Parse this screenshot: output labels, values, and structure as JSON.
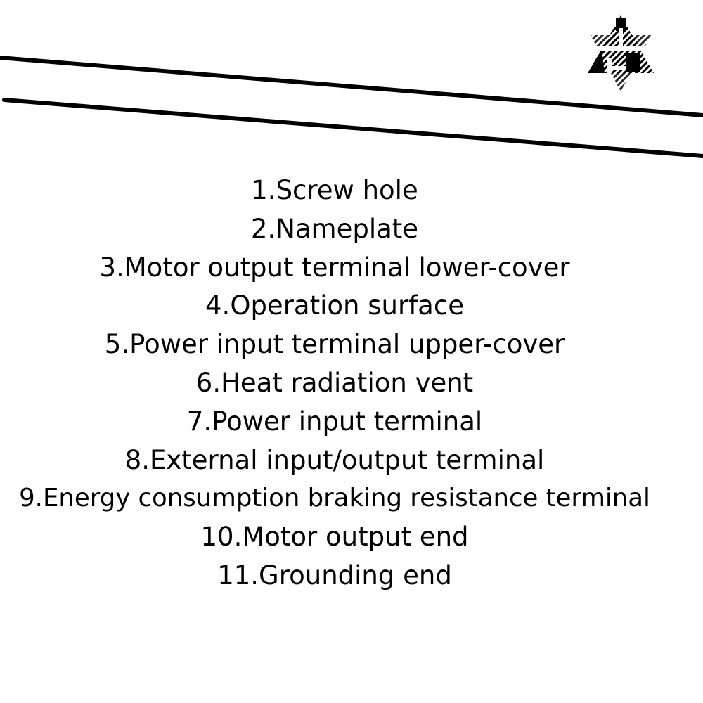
{
  "parts_list": {
    "items": [
      "1.Screw hole",
      "2.Nameplate",
      "3.Motor output terminal lower-cover",
      "4.Operation surface",
      "5.Power input terminal upper-cover",
      "6.Heat radiation vent",
      "7.Power input terminal",
      "8.External input/output terminal",
      "9.Energy consumption braking resistance terminal",
      "10.Motor output end",
      "11.Grounding end"
    ]
  },
  "colors": {
    "background": "#ffffff",
    "ink": "#000000"
  },
  "icons": {
    "logo": "checkered-star-logo"
  }
}
